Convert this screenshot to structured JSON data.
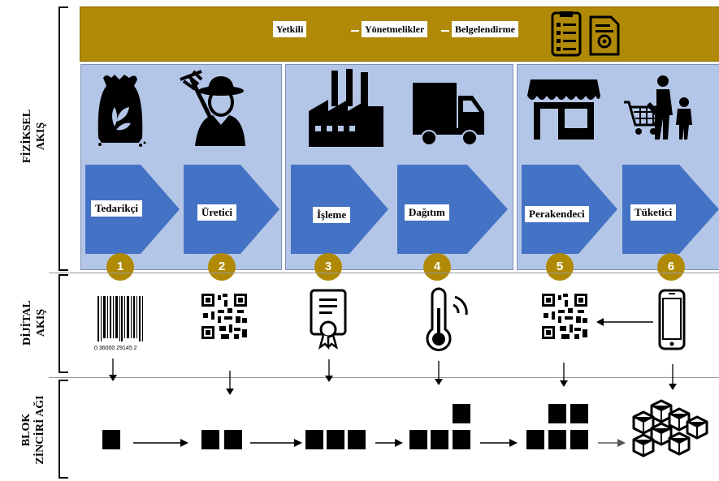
{
  "left_labels": {
    "physical": [
      "FİZİKSEL",
      "AKIŞ"
    ],
    "digital": [
      "DİJİTAL",
      "AKIŞ"
    ],
    "blockchain": [
      "BLOK",
      "ZİNCİRİ AĞI"
    ]
  },
  "top_bar": {
    "items": [
      "Yetkili",
      "Yönetmelikler",
      "Belgelendirme"
    ],
    "icons": [
      "checklist-document-icon",
      "certificate-document-icon"
    ]
  },
  "stages": [
    {
      "label": "Tedarikçi",
      "number": "1",
      "physical_icon": "seed-sack-icon",
      "digital_icon": "barcode-icon",
      "barcode_text": "0  36000  29145  2"
    },
    {
      "label": "Üretici",
      "number": "2",
      "physical_icon": "farmer-icon",
      "digital_icon": "qr-code-icon"
    },
    {
      "label": "İşleme",
      "number": "3",
      "physical_icon": "factory-icon",
      "digital_icon": "certificate-icon"
    },
    {
      "label": "Dağıtım",
      "number": "4",
      "physical_icon": "truck-icon",
      "digital_icon": "thermometer-sensor-icon"
    },
    {
      "label": "Perakendeci",
      "number": "5",
      "physical_icon": "store-icon",
      "digital_icon": "qr-code-icon"
    },
    {
      "label": "Tüketici",
      "number": "6",
      "physical_icon": "shopper-icon",
      "digital_icon": "smartphone-icon"
    }
  ],
  "colors": {
    "gold": "#b08a06",
    "panel": "#b4c6e7",
    "arrow": "#4472c4"
  }
}
